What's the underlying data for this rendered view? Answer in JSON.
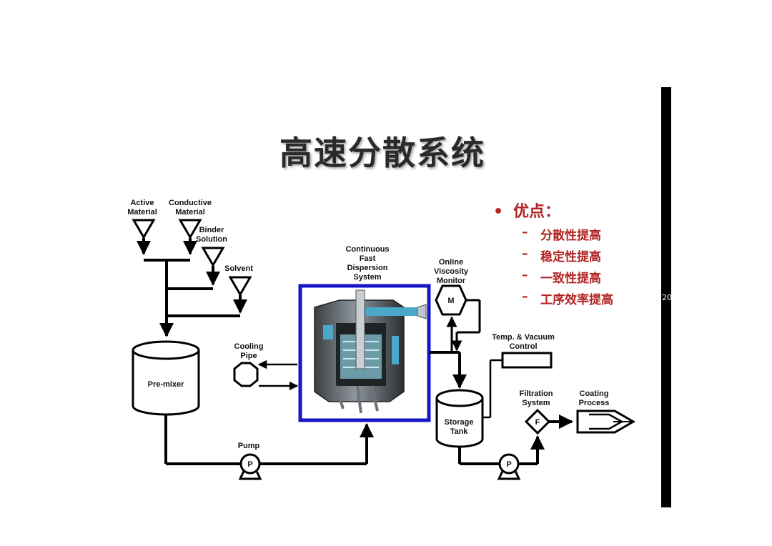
{
  "title": "高速分散系统",
  "advantages": {
    "heading": "优点：",
    "items": [
      "分散性提高",
      "稳定性提高",
      "一致性提高",
      "工序效率提高"
    ]
  },
  "page_number": "20",
  "labels": {
    "active_material": [
      "Active",
      "Material"
    ],
    "conductive_material": [
      "Conductive",
      "Material"
    ],
    "binder_solution": [
      "Binder",
      "Solution"
    ],
    "solvent": "Solvent",
    "pre_mixer": "Pre-mixer",
    "cooling_pipe": [
      "Cooling",
      "Pipe"
    ],
    "pump": "Pump",
    "pump_symbol": "P",
    "dispersion_system": [
      "Continuous",
      "Fast",
      "Dispersion",
      "System"
    ],
    "viscosity_monitor": [
      "Online",
      "Viscosity",
      "Monitor"
    ],
    "monitor_symbol": "M",
    "temp_vacuum": [
      "Temp. & Vacuum",
      "Control"
    ],
    "storage_tank": [
      "Storage",
      "Tank"
    ],
    "filtration_system": [
      "Filtration",
      "System"
    ],
    "filter_symbol": "F",
    "coating_process": [
      "Coating",
      "Process"
    ]
  },
  "colors": {
    "accent_red": "#b22424",
    "frame_blue": "#1616c8",
    "line": "#000000"
  }
}
